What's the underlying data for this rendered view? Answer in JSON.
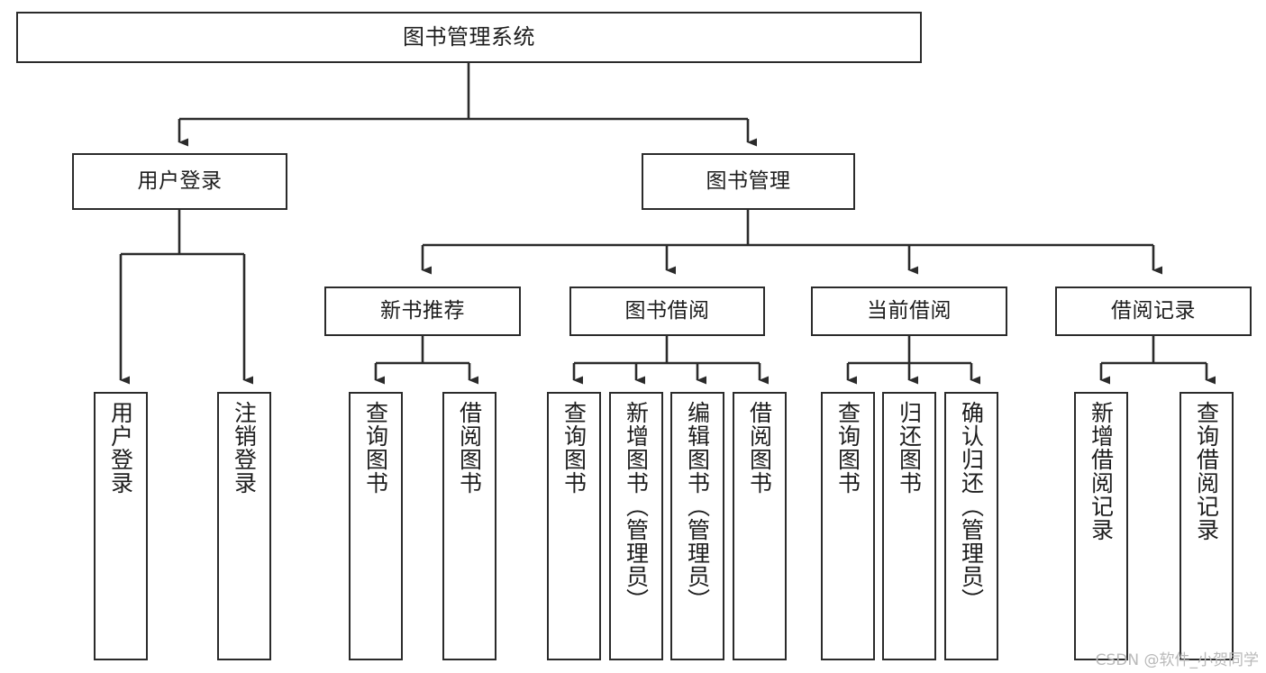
{
  "diagram": {
    "title": "图书管理系统",
    "type": "tree-hierarchy-chart",
    "watermark": "CSDN @软件_小贺同学",
    "colors": {
      "stroke": "#2b2b2b",
      "fill": "#ffffff",
      "text": "#1d1d1d",
      "watermark": "#b9b9b9"
    },
    "nodes": {
      "root": {
        "label": "图书管理系统"
      },
      "level2": [
        {
          "id": "user-login",
          "label": "用户登录"
        },
        {
          "id": "book-manage",
          "label": "图书管理"
        }
      ],
      "level3": [
        {
          "id": "new-book-rec",
          "label": "新书推荐"
        },
        {
          "id": "book-borrow",
          "label": "图书借阅"
        },
        {
          "id": "current-borrow",
          "label": "当前借阅"
        },
        {
          "id": "borrow-record",
          "label": "借阅记录"
        }
      ],
      "leaves": [
        {
          "id": "leaf-user-login",
          "label": "用户登录",
          "parent": "user-login"
        },
        {
          "id": "leaf-logout-login",
          "label": "注销登录",
          "parent": "user-login"
        },
        {
          "id": "leaf-query-book-1",
          "label": "查询图书",
          "parent": "new-book-rec"
        },
        {
          "id": "leaf-borrow-book-1",
          "label": "借阅图书",
          "parent": "new-book-rec"
        },
        {
          "id": "leaf-query-book-2",
          "label": "查询图书",
          "parent": "book-borrow"
        },
        {
          "id": "leaf-add-book",
          "label": "新增图书（管理员）",
          "parent": "book-borrow"
        },
        {
          "id": "leaf-edit-book",
          "label": "编辑图书（管理员）",
          "parent": "book-borrow"
        },
        {
          "id": "leaf-borrow-book-2",
          "label": "借阅图书",
          "parent": "book-borrow"
        },
        {
          "id": "leaf-query-book-3",
          "label": "查询图书",
          "parent": "current-borrow"
        },
        {
          "id": "leaf-return-book",
          "label": "归还图书",
          "parent": "current-borrow"
        },
        {
          "id": "leaf-confirm-return",
          "label": "确认归还（管理员）",
          "parent": "current-borrow"
        },
        {
          "id": "leaf-add-record",
          "label": "新增借阅记录",
          "parent": "borrow-record"
        },
        {
          "id": "leaf-query-record",
          "label": "查询借阅记录",
          "parent": "borrow-record"
        }
      ]
    }
  }
}
